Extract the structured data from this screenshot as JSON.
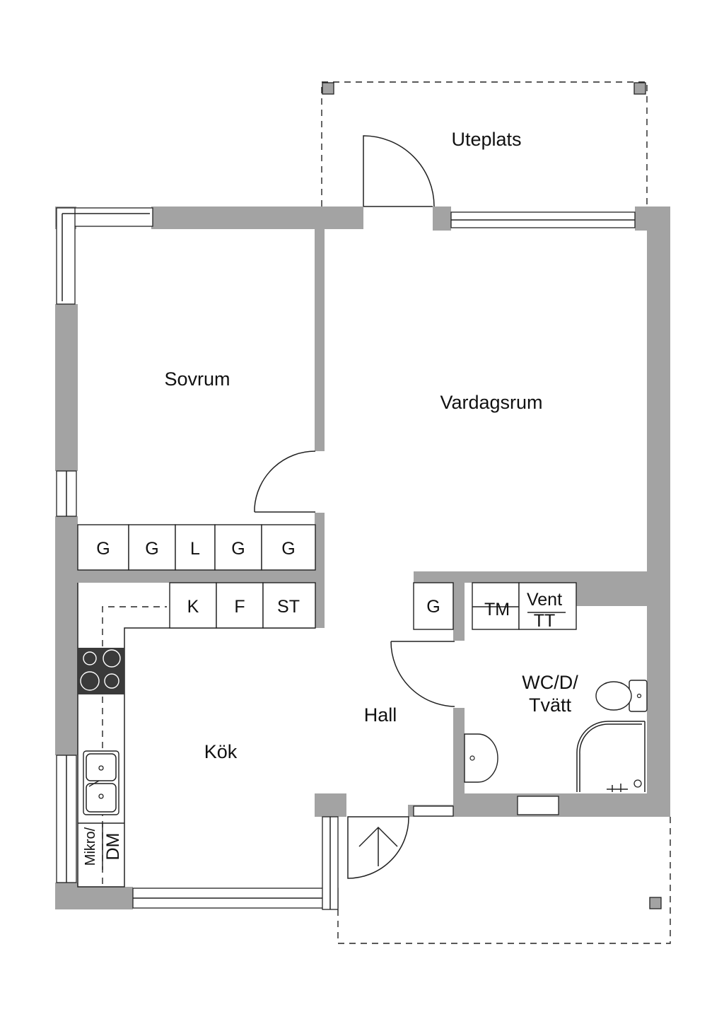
{
  "rooms": {
    "uteplats": "Uteplats",
    "sovrum": "Sovrum",
    "vardagsrum": "Vardagsrum",
    "kok": "Kök",
    "hall": "Hall",
    "wc_line1": "WC/D/",
    "wc_line2": "Tvätt"
  },
  "closets": {
    "row1": [
      "G",
      "G",
      "L",
      "G",
      "G"
    ],
    "kitchen": [
      "K",
      "F",
      "ST"
    ],
    "hall_g": "G",
    "tm": "TM",
    "vent": "Vent",
    "tt": "TT"
  },
  "appliances": {
    "mikro": "Mikro/",
    "dm": "DM"
  },
  "colors": {
    "wall": "#a3a3a3",
    "stove": "#3a3a3a",
    "line": "#222222"
  }
}
